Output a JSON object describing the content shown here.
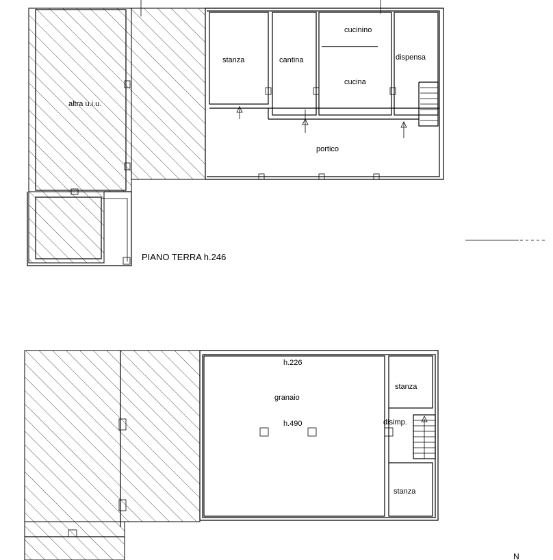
{
  "ground_floor": {
    "title": "PIANO TERRA h.246",
    "rooms": {
      "other_unit": "altra u.i.u.",
      "stanza": "stanza",
      "cantina": "cantina",
      "cucinino": "cucinino",
      "cucina": "cucina",
      "dispensa": "dispensa",
      "portico": "portico"
    }
  },
  "first_floor": {
    "rooms": {
      "granaio": "granaio",
      "stanza_top": "stanza",
      "disimpegno": "disimp.",
      "stanza_bottom": "stanza"
    },
    "heights": {
      "granaio_low": "h.226",
      "granaio_high": "h.490"
    }
  },
  "north_label": "N"
}
